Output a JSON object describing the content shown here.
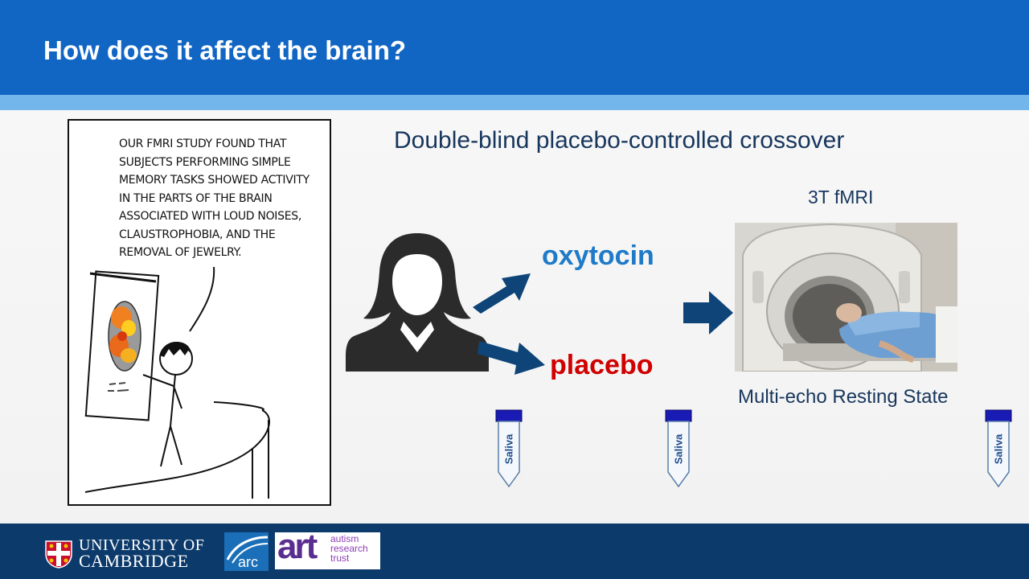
{
  "slide": {
    "title": "How does it affect the brain?",
    "subtitle": "Double-blind placebo-controlled crossover",
    "comic_caption": "OUR FMRI STUDY FOUND THAT\nSUBJECTS PERFORMING SIMPLE\nMEMORY TASKS SHOWED ACTIVITY\nIN THE PARTS OF THE BRAIN\nASSOCIATED WITH LOUD NOISES,\nCLAUSTROPHOBIA, AND THE\nREMOVAL OF JEWELRY.",
    "conditions": {
      "oxytocin": "oxytocin",
      "placebo": "placebo"
    },
    "scanner_label": "3T fMRI",
    "scan_type": "Multi-echo Resting State",
    "saliva_tubes": [
      "Saliva",
      "Saliva",
      "Saliva"
    ]
  },
  "footer": {
    "cambridge_line1": "UNIVERSITY OF",
    "cambridge_line2": "CAMBRIDGE",
    "arc_label": "arc",
    "art_big": "art",
    "art_small_1": "autism",
    "art_small_2": "research",
    "art_small_3": "trust"
  },
  "colors": {
    "header": "#1166c4",
    "header_strip": "#73b6ec",
    "footer": "#0c3a6b",
    "text_dark": "#17365d",
    "oxytocin": "#1f7ac8",
    "placebo": "#d00000",
    "arrow": "#0e4478"
  },
  "icons": [
    "person-silhouette-icon",
    "arrow-right-icon",
    "saliva-tube-icon",
    "mri-scanner-image",
    "cambridge-shield-icon"
  ]
}
